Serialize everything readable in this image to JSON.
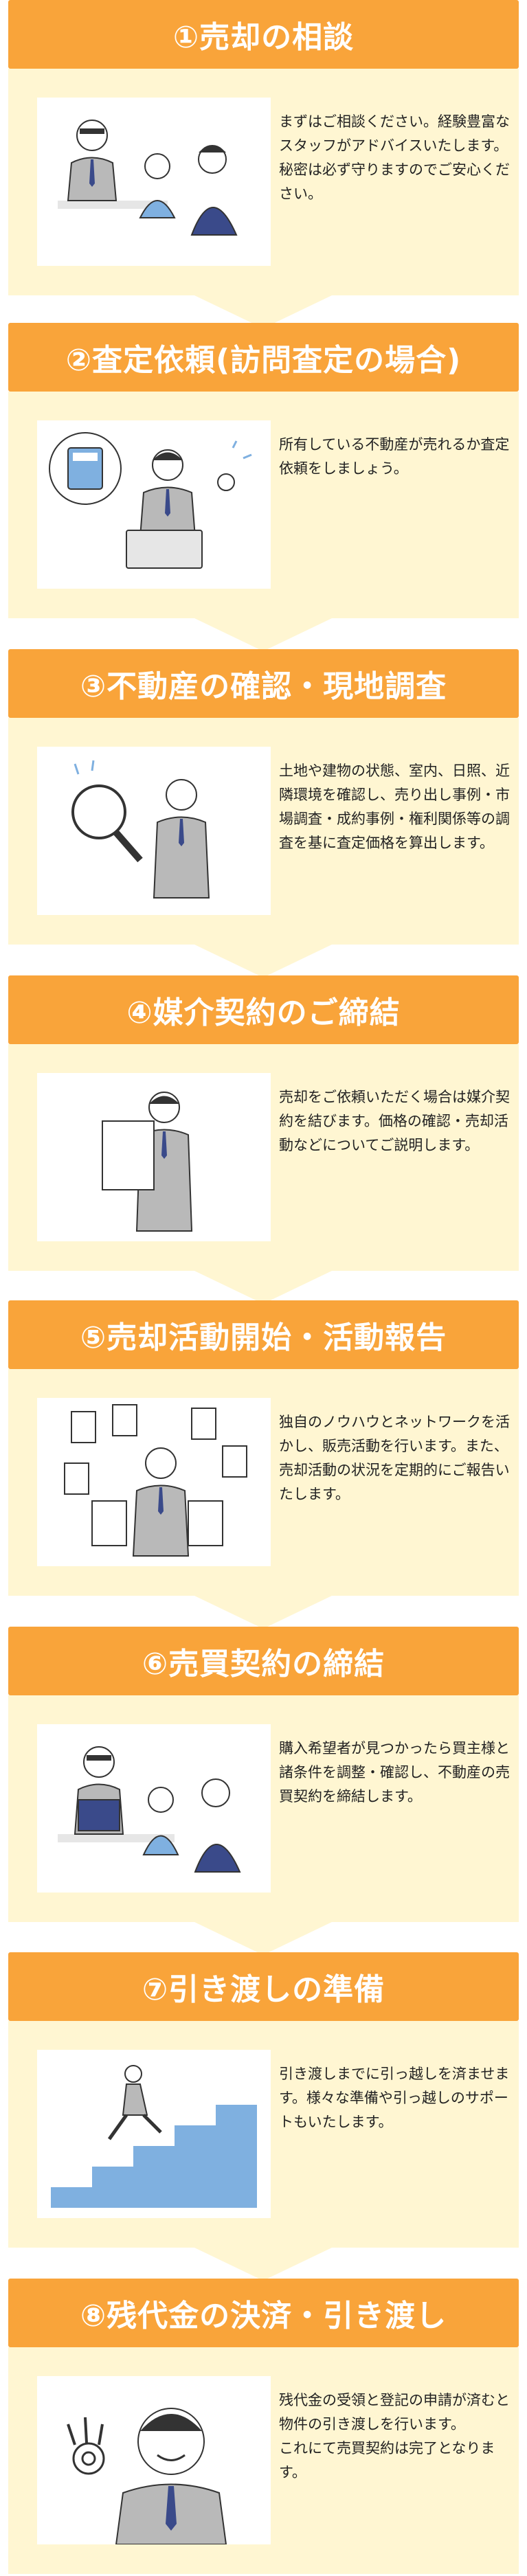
{
  "steps": [
    {
      "title": "①売却の相談",
      "text": "まずはご相談ください。経験豊富なスタッフがアドバイスいたします。秘密は必ず守りますのでご安心ください。",
      "illustration": "consultation-meeting"
    },
    {
      "title": "②査定依頼(訪問査定の場合)",
      "text": "所有している不動産が売れるか査定依頼をしましょう。",
      "illustration": "agent-with-calculator"
    },
    {
      "title": "③不動産の確認・現地調査",
      "text": "土地や建物の状態、室内、日照、近隣環境を確認し、売り出し事例・市場調査・成約事例・権利関係等の調査を基に査定価格を算出します。",
      "illustration": "agent-with-magnifier"
    },
    {
      "title": "④媒介契約のご締結",
      "text": "売却をご依頼いただく場合は媒介契約を結びます。価格の確認・売却活動などについてご説明します。",
      "illustration": "agent-with-document"
    },
    {
      "title": "⑤売却活動開始・活動報告",
      "text": "独自のノウハウとネットワークを活かし、販売活動を行います。また、売却活動の状況を定期的にご報告いたします。",
      "illustration": "agent-with-flyers"
    },
    {
      "title": "⑥売買契約の締結",
      "text": "購入希望者が見つかったら買主様と諸条件を調整・確認し、不動産の売買契約を締結します。",
      "illustration": "contract-meeting"
    },
    {
      "title": "⑦引き渡しの準備",
      "text": "引き渡しまでに引っ越しを済ませます。様々な準備や引っ越しのサポートもいたします。",
      "illustration": "running-up-stairs"
    },
    {
      "title": "⑧残代金の決済・引き渡し",
      "text": "残代金の受領と登記の申請が済むと物件の引き渡しを行います。\nこれにて売買契約は完了となります。",
      "illustration": "agent-ok-sign"
    }
  ],
  "colors": {
    "header": "#f9a43a",
    "panel": "#fff6d2",
    "suit": "#b9b9b9",
    "tie": "#3a4a8a",
    "accent": "#7fb0e0"
  }
}
